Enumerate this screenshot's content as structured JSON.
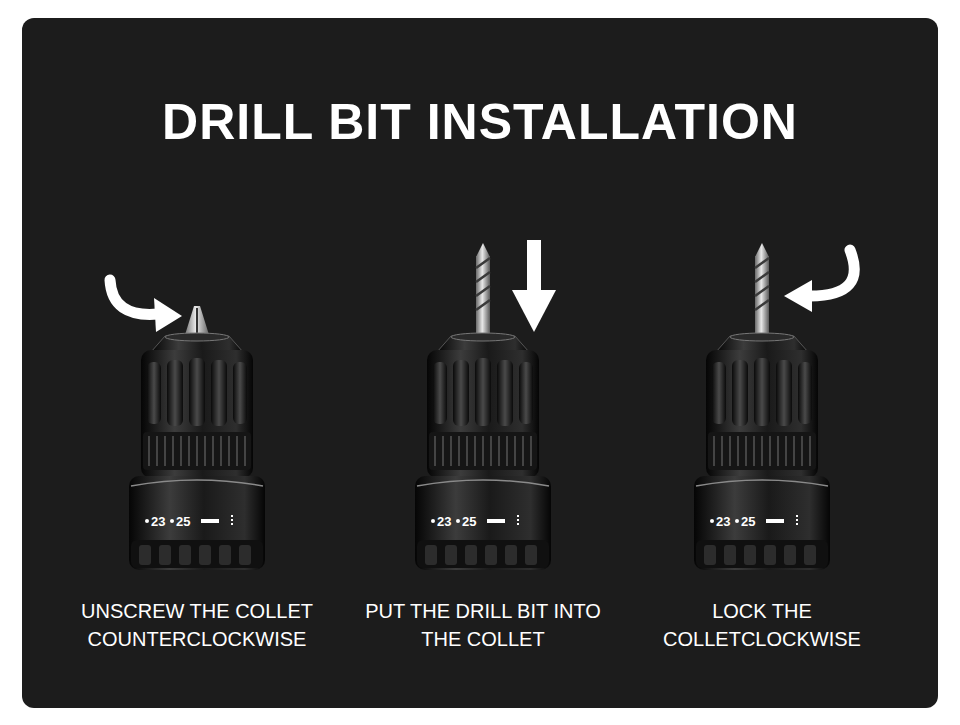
{
  "diagram": {
    "title": "DRILL BIT INSTALLATION",
    "labels": [
      "23",
      "25",
      "UNSCREW THE COLLET COUNTERCLOCKWISE",
      "23",
      "25",
      "PUT THE DRILL BIT INTO THE COLLET",
      "23",
      "25",
      "LOCK THE COLLETCLOCKWISE"
    ]
  }
}
